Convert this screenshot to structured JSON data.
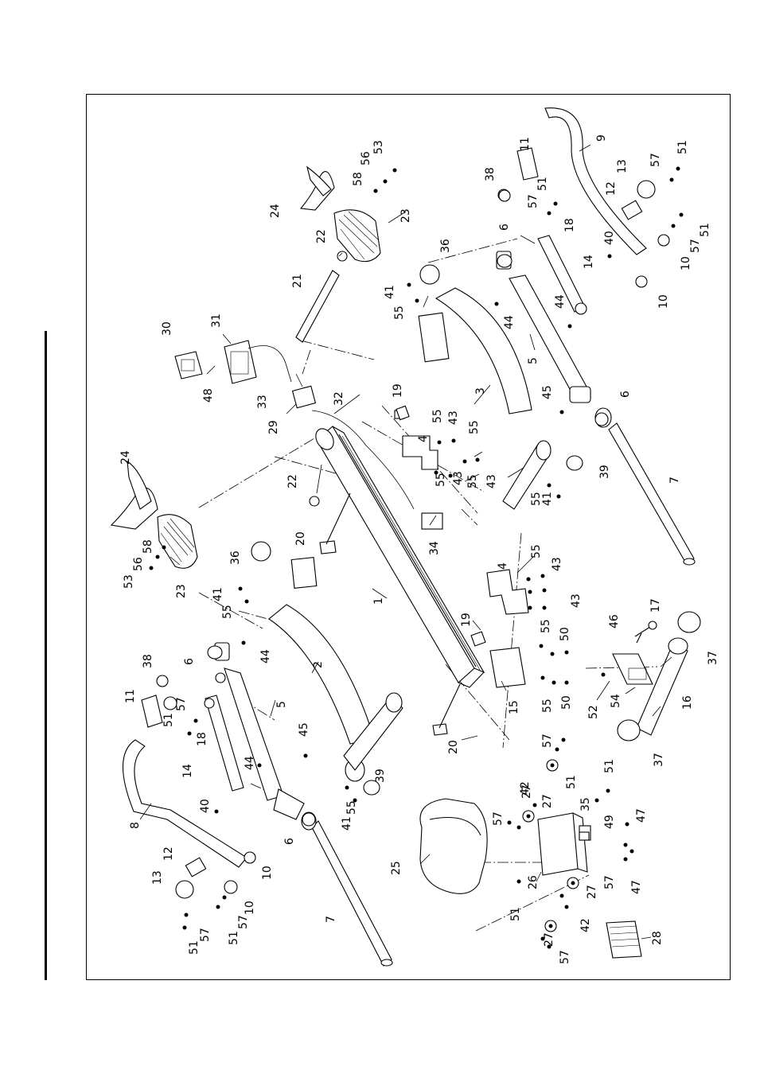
{
  "diagram": {
    "callouts": {
      "c1": "1",
      "c2": "2",
      "c3": "3",
      "c4a": "4",
      "c4b": "4",
      "c5a": "5",
      "c5b": "5",
      "c6a": "6",
      "c6b": "6",
      "c6c": "6",
      "c6d": "6",
      "c7a": "7",
      "c7b": "7",
      "c8": "8",
      "c9": "9",
      "c10a": "10",
      "c10b": "10",
      "c10c": "10",
      "c10d": "10",
      "c11a": "11",
      "c11b": "11",
      "c12a": "12",
      "c12b": "12",
      "c13a": "13",
      "c13b": "13",
      "c14a": "14",
      "c14b": "14",
      "c15": "15",
      "c16": "16",
      "c17": "17",
      "c18a": "18",
      "c18b": "18",
      "c19a": "19",
      "c19b": "19",
      "c20a": "20",
      "c20b": "20",
      "c21": "21",
      "c22a": "22",
      "c22b": "22",
      "c23a": "23",
      "c23b": "23",
      "c24a": "24",
      "c24b": "24",
      "c25": "25",
      "c26": "26",
      "c27a": "27",
      "c27b": "27",
      "c27c": "27",
      "c27d": "27",
      "c28": "28",
      "c29": "29",
      "c30": "30",
      "c31": "31",
      "c32": "32",
      "c33": "33",
      "c34": "34",
      "c35": "35",
      "c36a": "36",
      "c36b": "36",
      "c37a": "37",
      "c37b": "37",
      "c38a": "38",
      "c38b": "38",
      "c39a": "39",
      "c39b": "39",
      "c40a": "40",
      "c40b": "40",
      "c41a": "41",
      "c41b": "41",
      "c41c": "41",
      "c41d": "41",
      "c42a": "42",
      "c42b": "42",
      "c43a": "43",
      "c43b": "43",
      "c43c": "43",
      "c43d": "43",
      "c43e": "43",
      "c44a": "44",
      "c44b": "44",
      "c44c": "44",
      "c44d": "44",
      "c45a": "45",
      "c45b": "45",
      "c46": "46",
      "c47a": "47",
      "c47b": "47",
      "c48": "48",
      "c49": "49",
      "c50a": "50",
      "c50b": "50",
      "c51a": "51",
      "c51b": "51",
      "c51c": "51",
      "c51d": "51",
      "c51e": "51",
      "c51f": "51",
      "c51g": "51",
      "c51h": "51",
      "c52": "52",
      "c53a": "53",
      "c53b": "53",
      "c54": "54",
      "c55a": "55",
      "c55b": "55",
      "c55c": "55",
      "c55d": "55",
      "c55e": "55",
      "c55f": "55",
      "c55g": "55",
      "c55h": "55",
      "c55i": "55",
      "c55j": "55",
      "c55k": "55",
      "c56a": "56",
      "c56b": "56",
      "c57a": "57",
      "c57b": "57",
      "c57c": "57",
      "c57d": "57",
      "c57e": "57",
      "c57f": "57",
      "c57g": "57",
      "c57h": "57",
      "c57i": "57",
      "c57j": "57",
      "c58a": "58",
      "c58b": "58"
    }
  }
}
